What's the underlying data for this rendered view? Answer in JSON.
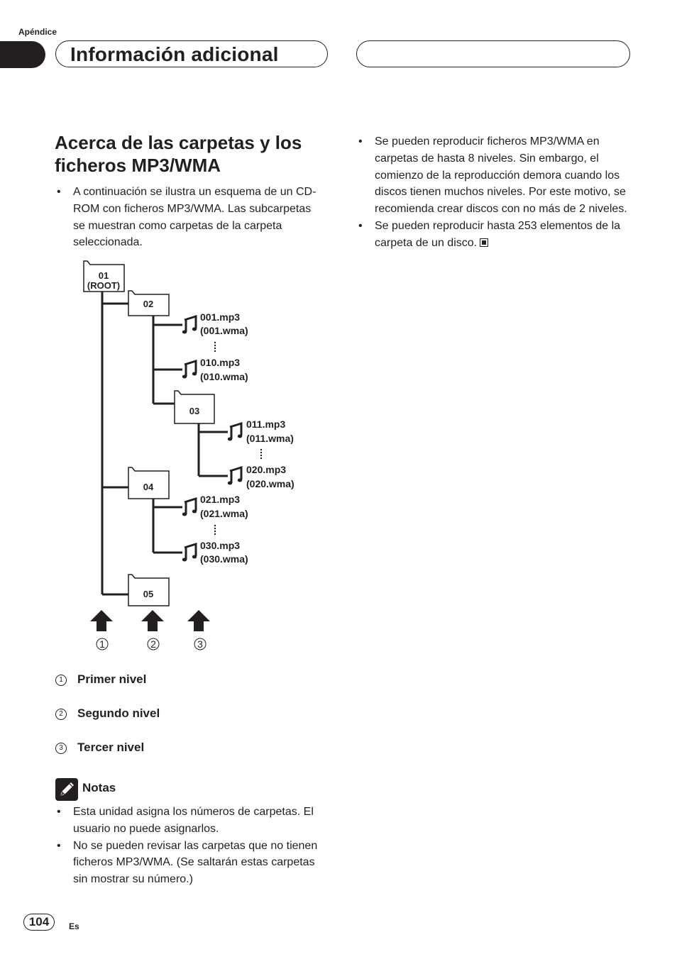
{
  "header": {
    "section": "Apéndice",
    "title": "Información adicional"
  },
  "left": {
    "heading": "Acerca de las carpetas y los ficheros MP3/WMA",
    "intro": [
      "A continuación se ilustra un esquema de un CD-ROM con ficheros MP3/WMA. Las subcarpetas se muestran como carpetas de la carpeta seleccionada."
    ]
  },
  "diagram": {
    "folders": {
      "root_number": "01",
      "root_label": "(ROOT)",
      "f02": "02",
      "f03": "03",
      "f04": "04",
      "f05": "05"
    },
    "files": {
      "a1": "001.mp3",
      "a2": "(001.wma)",
      "b1": "010.mp3",
      "b2": "(010.wma)",
      "c1": "011.mp3",
      "c2": "(011.wma)",
      "d1": "020.mp3",
      "d2": "(020.wma)",
      "e1": "021.mp3",
      "e2": "(021.wma)",
      "f1": "030.mp3",
      "f2": "(030.wma)"
    },
    "level_markers": [
      "1",
      "2",
      "3"
    ],
    "icons": [
      "folder-icon",
      "music-note-icon",
      "up-arrow-icon"
    ]
  },
  "levels": [
    {
      "num": "1",
      "label": "Primer nivel"
    },
    {
      "num": "2",
      "label": "Segundo nivel"
    },
    {
      "num": "3",
      "label": "Tercer nivel"
    }
  ],
  "notes": {
    "title": "Notas",
    "items": [
      "Esta unidad asigna los números de carpetas. El usuario no puede asignarlos.",
      "No se pueden revisar las carpetas que no tienen ficheros MP3/WMA. (Se saltarán estas carpetas sin mostrar su número.)"
    ]
  },
  "right": {
    "items": [
      "Se pueden reproducir ficheros MP3/WMA en carpetas de hasta 8 niveles. Sin embargo, el comienzo de la reproducción demora cuando los discos tienen muchos niveles. Por este motivo, se recomienda crear discos con no más de 2 niveles.",
      "Se pueden reproducir hasta 253 elementos de la carpeta de un disco."
    ]
  },
  "footer": {
    "page": "104",
    "lang": "Es"
  }
}
